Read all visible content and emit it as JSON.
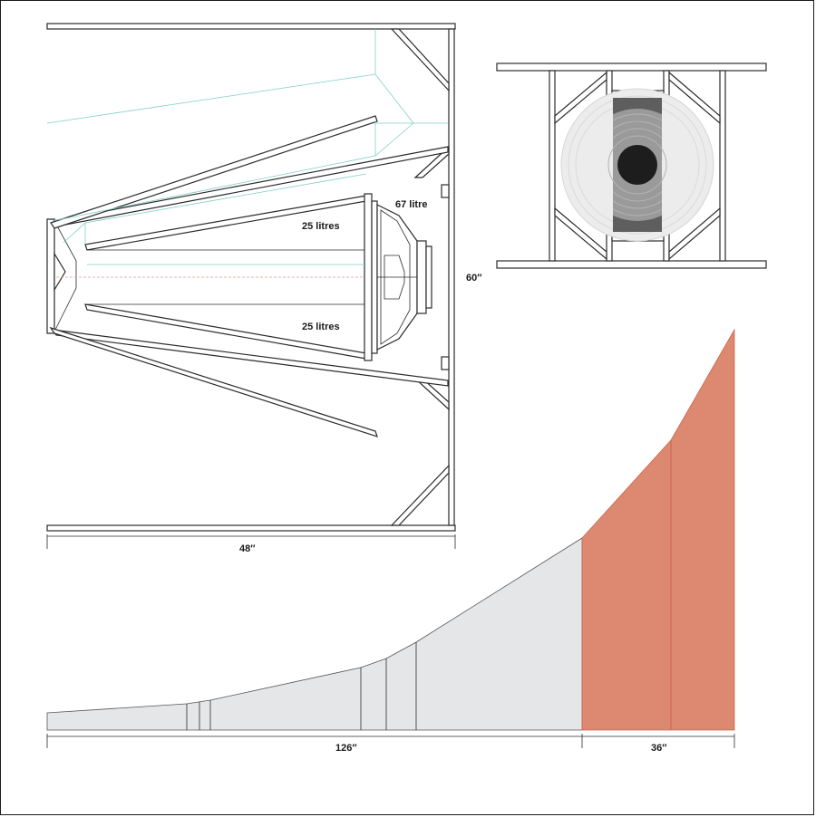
{
  "side_view": {
    "label_front_volume": "67 litre",
    "label_upper_chamber": "25 litres",
    "label_lower_chamber": "25 litres",
    "dim_height": "60″",
    "dim_depth": "48″"
  },
  "front_view": {
    "driver_icon": "loudspeaker-driver-icon"
  },
  "expansion_profile": {
    "dim_horn_length": "126″",
    "dim_mouth_length": "36″",
    "colors": {
      "horn_fill": "#e5e6e8",
      "mouth_fill": "#dd8870",
      "mouth_stroke": "#c9664c"
    }
  }
}
